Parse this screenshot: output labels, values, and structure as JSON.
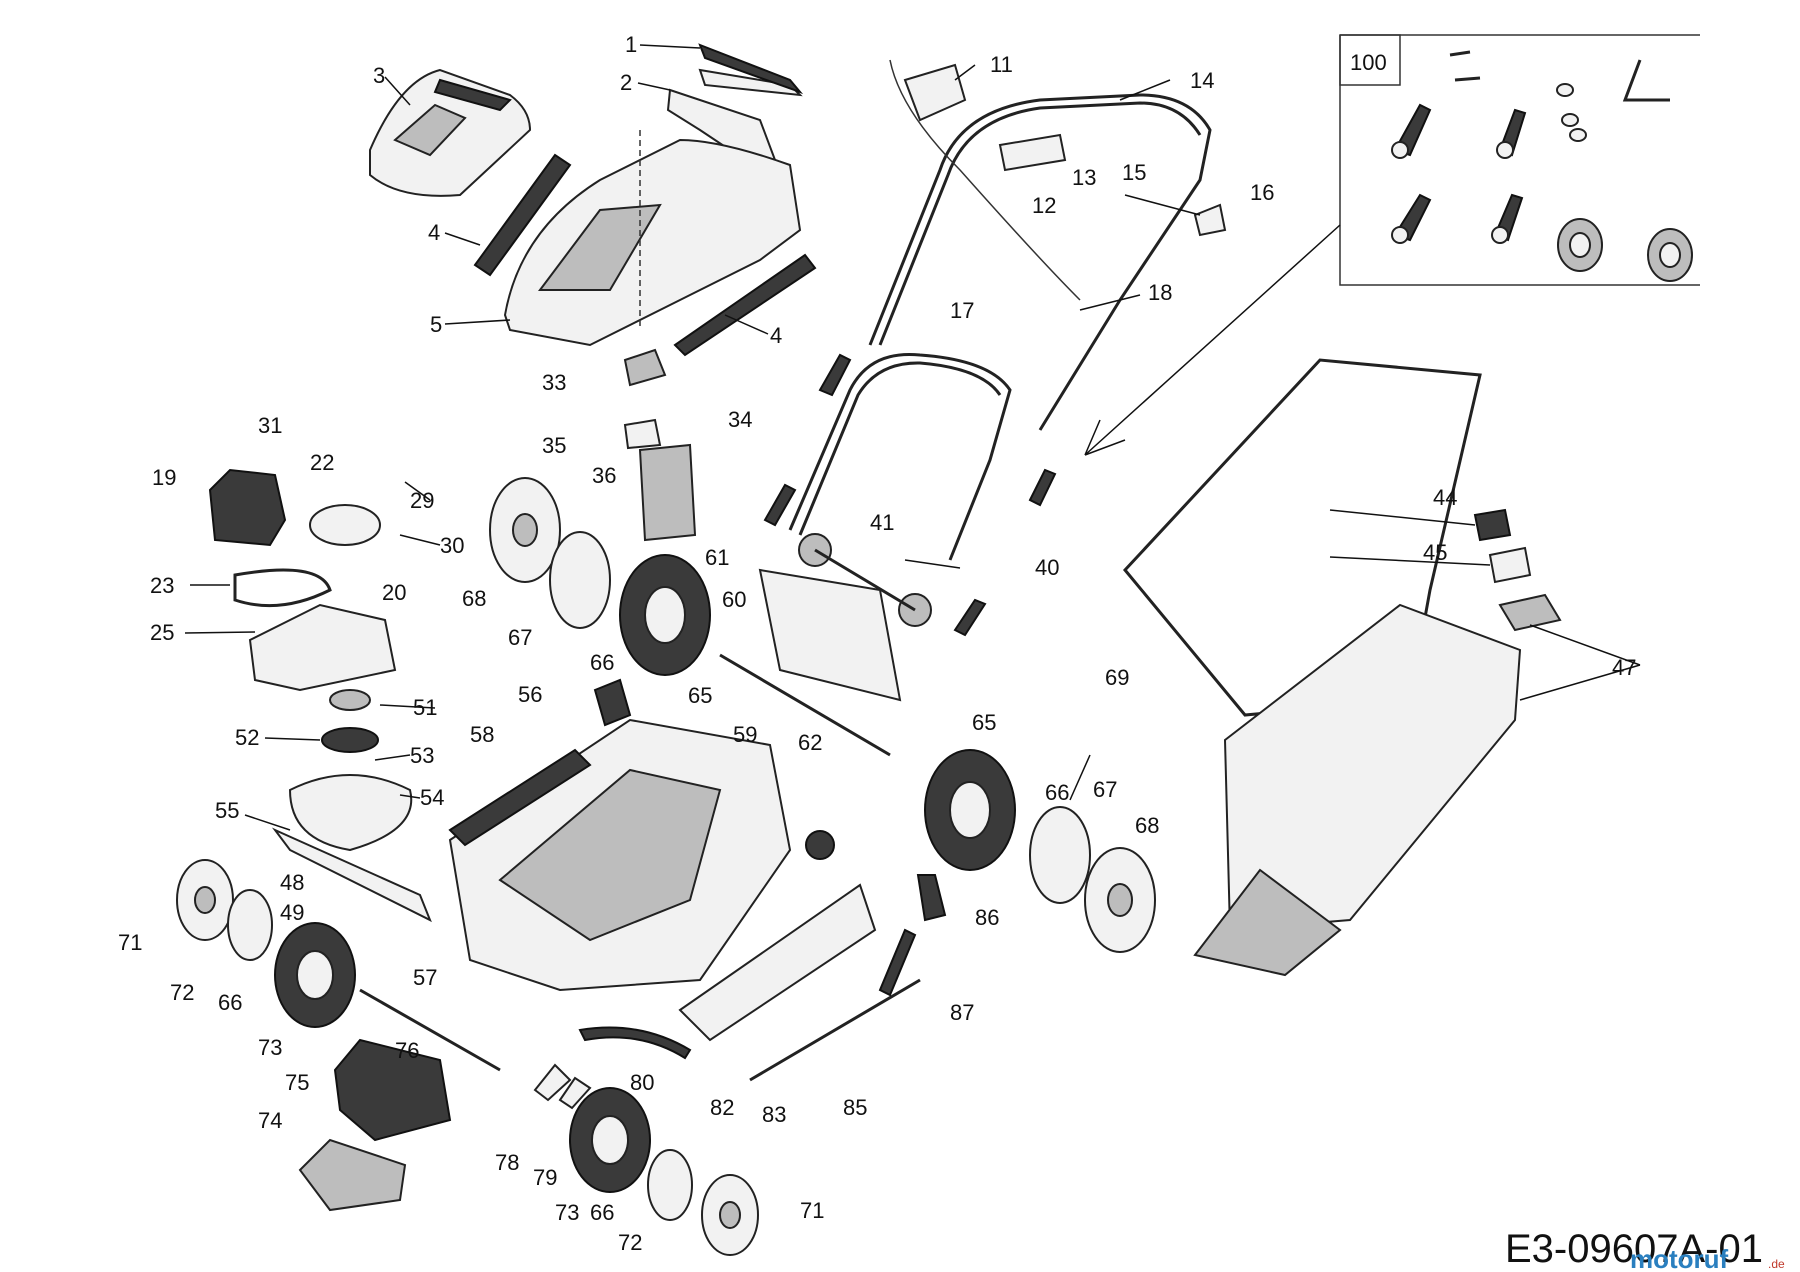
{
  "inset": {
    "label": "100"
  },
  "drawing_id": "E3-09607A-01",
  "watermark": {
    "brand": "motoruf",
    "domain": ".de"
  },
  "callouts": {
    "c1": "1",
    "c2": "2",
    "c3": "3",
    "c4a": "4",
    "c4b": "4",
    "c5": "5",
    "c11": "11",
    "c12": "12",
    "c13": "13",
    "c14": "14",
    "c15": "15",
    "c16": "16",
    "c17": "17",
    "c18": "18",
    "c19": "19",
    "c20": "20",
    "c22": "22",
    "c23": "23",
    "c25": "25",
    "c29": "29",
    "c30": "30",
    "c31": "31",
    "c33": "33",
    "c34": "34",
    "c35": "35",
    "c36": "36",
    "c40": "40",
    "c41": "41",
    "c44": "44",
    "c45": "45",
    "c47": "47",
    "c48": "48",
    "c49": "49",
    "c51": "51",
    "c52": "52",
    "c53": "53",
    "c54": "54",
    "c55": "55",
    "c56": "56",
    "c57": "57",
    "c58": "58",
    "c59": "59",
    "c60": "60",
    "c61": "61",
    "c62": "62",
    "c65a": "65",
    "c65b": "65",
    "c66a": "66",
    "c66b": "66",
    "c66c": "66",
    "c66d": "66",
    "c67a": "67",
    "c67b": "67",
    "c68a": "68",
    "c68b": "68",
    "c69": "69",
    "c71a": "71",
    "c71b": "71",
    "c72a": "72",
    "c72b": "72",
    "c73a": "73",
    "c73b": "73",
    "c74": "74",
    "c75": "75",
    "c76": "76",
    "c78": "78",
    "c79": "79",
    "c80": "80",
    "c82": "82",
    "c83": "83",
    "c85": "85",
    "c86": "86",
    "c87": "87"
  }
}
